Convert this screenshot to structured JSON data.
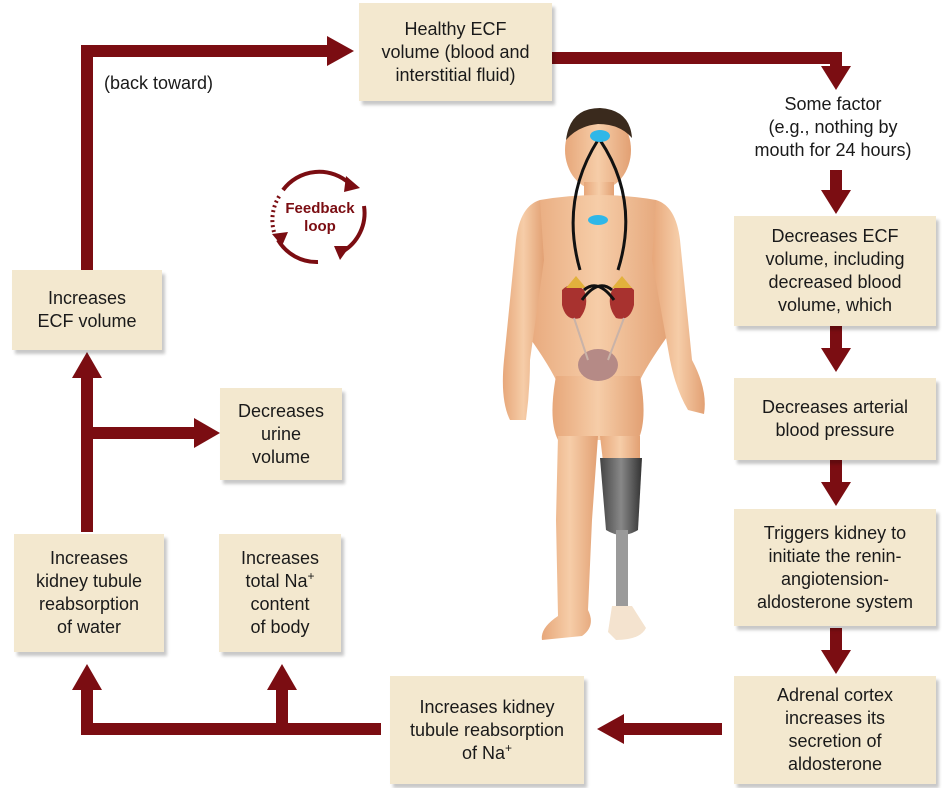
{
  "boxes": {
    "healthy_ecf": [
      "Healthy ECF",
      "volume (blood and",
      "interstitial fluid)"
    ],
    "back_toward": "(back toward)",
    "some_factor": [
      "Some factor",
      "(e.g., nothing by",
      "mouth for 24 hours)"
    ],
    "decreases_ecf": [
      "Decreases ECF",
      "volume, including",
      "decreased blood",
      "volume, which"
    ],
    "decreases_arterial": [
      "Decreases arterial",
      "blood pressure"
    ],
    "triggers_kidney": [
      "Triggers kidney to",
      "initiate the renin-",
      "angiotension-",
      "aldosterone system"
    ],
    "adrenal_cortex": [
      "Adrenal cortex",
      "increases its",
      "secretion of",
      "aldosterone"
    ],
    "increases_na_reabsorption": [
      "Increases kidney",
      "tubule reabsorption",
      "of Na"
    ],
    "increases_total_na": [
      "Increases",
      "total Na",
      "content",
      "of body"
    ],
    "increases_water_reabsorption": [
      "Increases",
      "kidney tubule",
      "reabsorption",
      "of water"
    ],
    "decreases_urine": [
      "Decreases",
      "urine",
      "volume"
    ],
    "increases_ecf": [
      "Increases",
      "ECF volume"
    ],
    "superscript_plus": "+"
  },
  "feedback_loop": [
    "Feedback",
    "loop"
  ],
  "colors": {
    "arrow": "#7b0d12",
    "box": "#f3e8cf",
    "skin": "#f2c29a",
    "accent_blue": "#2fb7e8"
  }
}
